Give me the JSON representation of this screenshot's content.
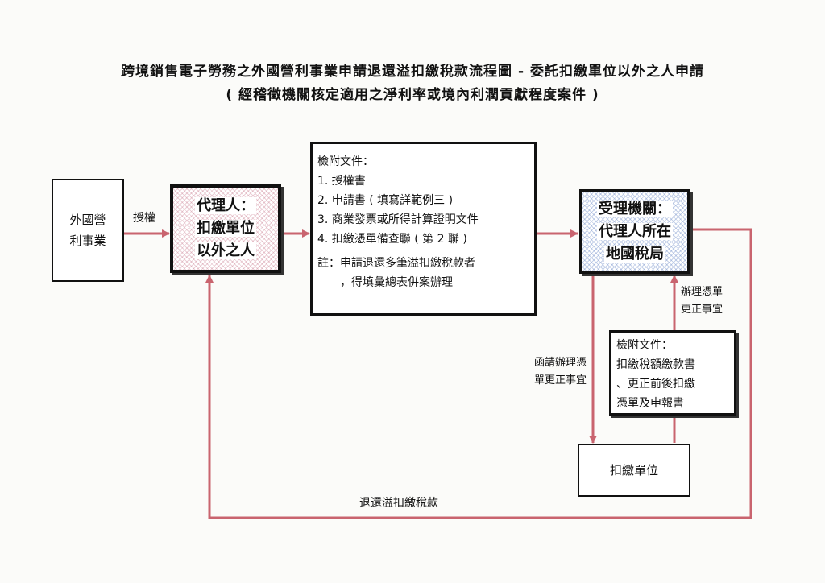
{
  "title": {
    "line1": "跨境銷售電子勞務之外國營利事業申請退還溢扣繳稅款流程圖 - 委託扣繳單位以外之人申請",
    "line2": "( 經稽徵機關核定適用之淨利率或境內利潤貢獻程度案件 )"
  },
  "nodes": {
    "foreign_enterprise": [
      "外國營",
      "利事業"
    ],
    "agent": [
      "代理人：",
      "扣繳單位",
      "以外之人"
    ],
    "documents": {
      "heading": "檢附文件：",
      "items": [
        "1. 授權書",
        "2. 申請書 ( 填寫詳範例三 )",
        "3. 商業發票或所得計算證明文件",
        "4. 扣繳憑單備查聯 ( 第 2 聯 )"
      ],
      "note": [
        "註：申請退還多筆溢扣繳稅款者",
        "，得填彙總表併案辦理"
      ]
    },
    "authority": [
      "受理機關：",
      "代理人所在",
      "地國稅局"
    ],
    "attached_docs": {
      "heading": "檢附文件：",
      "lines": [
        "扣繳稅額繳款書",
        "、更正前後扣繳",
        "憑單及申報書"
      ]
    },
    "withholding_unit": "扣繳單位"
  },
  "edge_labels": {
    "authorize": "授權",
    "request_correction": [
      "函請辦理憑",
      "單更正事宜"
    ],
    "handle_correction": [
      "辦理憑單",
      "更正事宜"
    ],
    "refund": "退還溢扣繳稅款"
  },
  "colors": {
    "arrow": "#c9646f",
    "border": "#111111"
  }
}
